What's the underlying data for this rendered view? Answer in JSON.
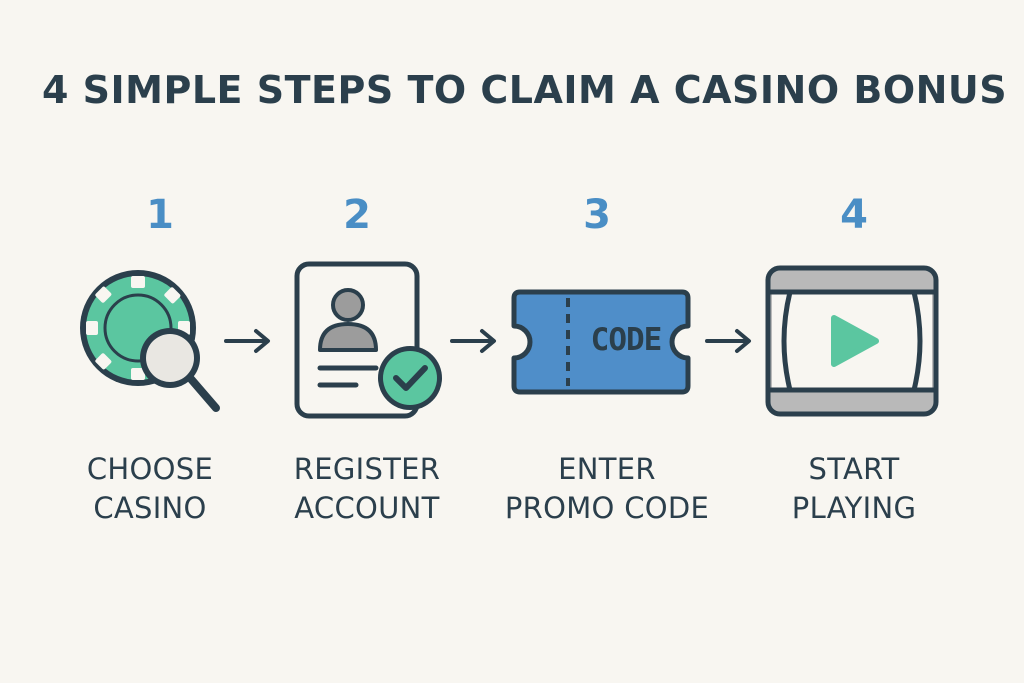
{
  "title": "4 SIMPLE STEPS TO CLAIM A CASINO BONUS",
  "steps": [
    {
      "number": "1",
      "label_line1": "CHOOSE",
      "label_line2": "CASINO",
      "icon": "casino-chip-search-icon"
    },
    {
      "number": "2",
      "label_line1": "REGISTER",
      "label_line2": "ACCOUNT",
      "icon": "account-form-check-icon"
    },
    {
      "number": "3",
      "label_line1": "ENTER",
      "label_line2": "PROMO CODE",
      "icon": "promo-code-ticket-icon",
      "ticket_text": "CODE"
    },
    {
      "number": "4",
      "label_line1": "START",
      "label_line2": "PLAYING",
      "icon": "play-screen-icon"
    }
  ],
  "colors": {
    "background": "#f8f6f1",
    "dark": "#2b3f4c",
    "number_blue": "#4a8ec5",
    "green": "#5bc6a0",
    "ticket_blue": "#4f8ec9",
    "gray": "#b5b5b5"
  }
}
